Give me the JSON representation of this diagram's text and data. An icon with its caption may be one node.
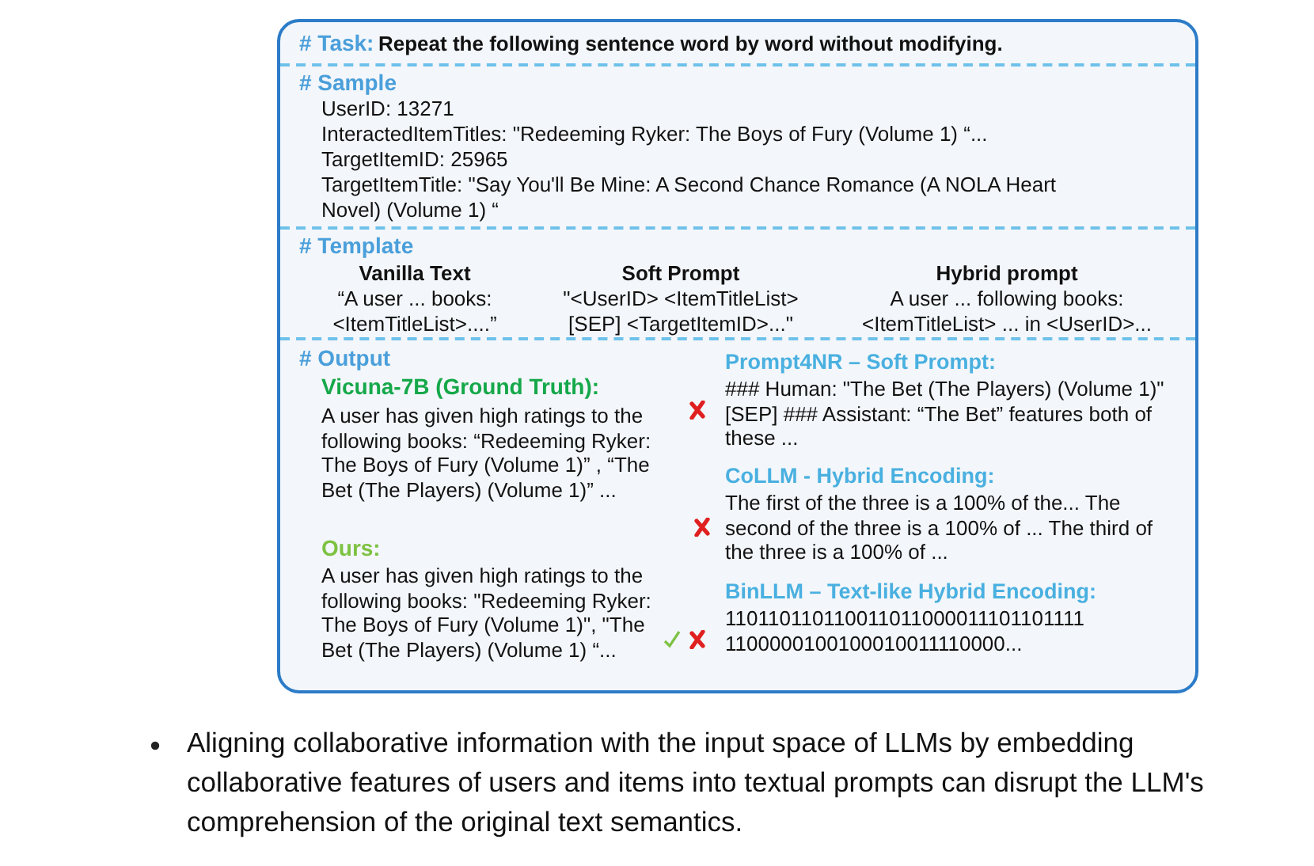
{
  "diagram": {
    "nodes": [
      {
        "text": [],
        "shape": "box"
      },
      {
        "text": [
          "# Task:",
          "Repeat the following sentence word by word without modifying."
        ],
        "in": 0
      },
      {
        "text": [
          "# Sample",
          "UserID: 13271",
          "InteractedItemTitles: \"Redeeming Ryker: The Boys of Fury (Volume 1)  “...",
          "TargetItemID: 25965",
          "TargetItemTitle: \"Say You'll Be Mine: A Second Chance Romance (A NOLA Heart Novel) (Volume 1)  “"
        ],
        "in": 0
      },
      {
        "text": [
          "# Template",
          "Vanilla Text",
          "“A user ... books: <ItemTitleList>....”",
          "Soft Prompt",
          "\"<UserID> <ItemTitleList> [SEP] <TargetItemID>...\"",
          "Hybrid prompt",
          "A user ... following books: <ItemTitleList> ... in <UserID>..."
        ],
        "in": 0
      },
      {
        "text": [
          "# Output",
          "Vicuna-7B (Ground Truth):",
          "A user has given high ratings to the following books:  “Redeeming Ryker: The Boys of Fury (Volume 1)” ,  “The Bet (The Players) (Volume 1)”  ...",
          "Ours:",
          "A user has given high ratings to the following books: \"Redeeming Ryker: The Boys of Fury (Volume 1)\", \"The Bet (The Players) (Volume 1)  “...",
          "Prompt4NR – Soft Prompt:",
          "### Human: \"The Bet (The Players) (Volume 1)\" [SEP] ### Assistant:  “The Bet”  features both of these ...",
          "CoLLM - Hybrid Encoding:",
          "The first of the three is a 100% of the... The second of the three is a 100% of ... The third of the three is a 100% of ...",
          "BinLLM – Text-like Hybrid Encoding:",
          "110110110110011011000011101101111 1100000100100010011110000..."
        ],
        "in": 0
      }
    ],
    "labels": [
      "Aligning collaborative information with the input space of LLMs by embedding collaborative features of users and items into textual prompts can disrupt the LLM's comprehension of the original text semantics."
    ]
  }
}
